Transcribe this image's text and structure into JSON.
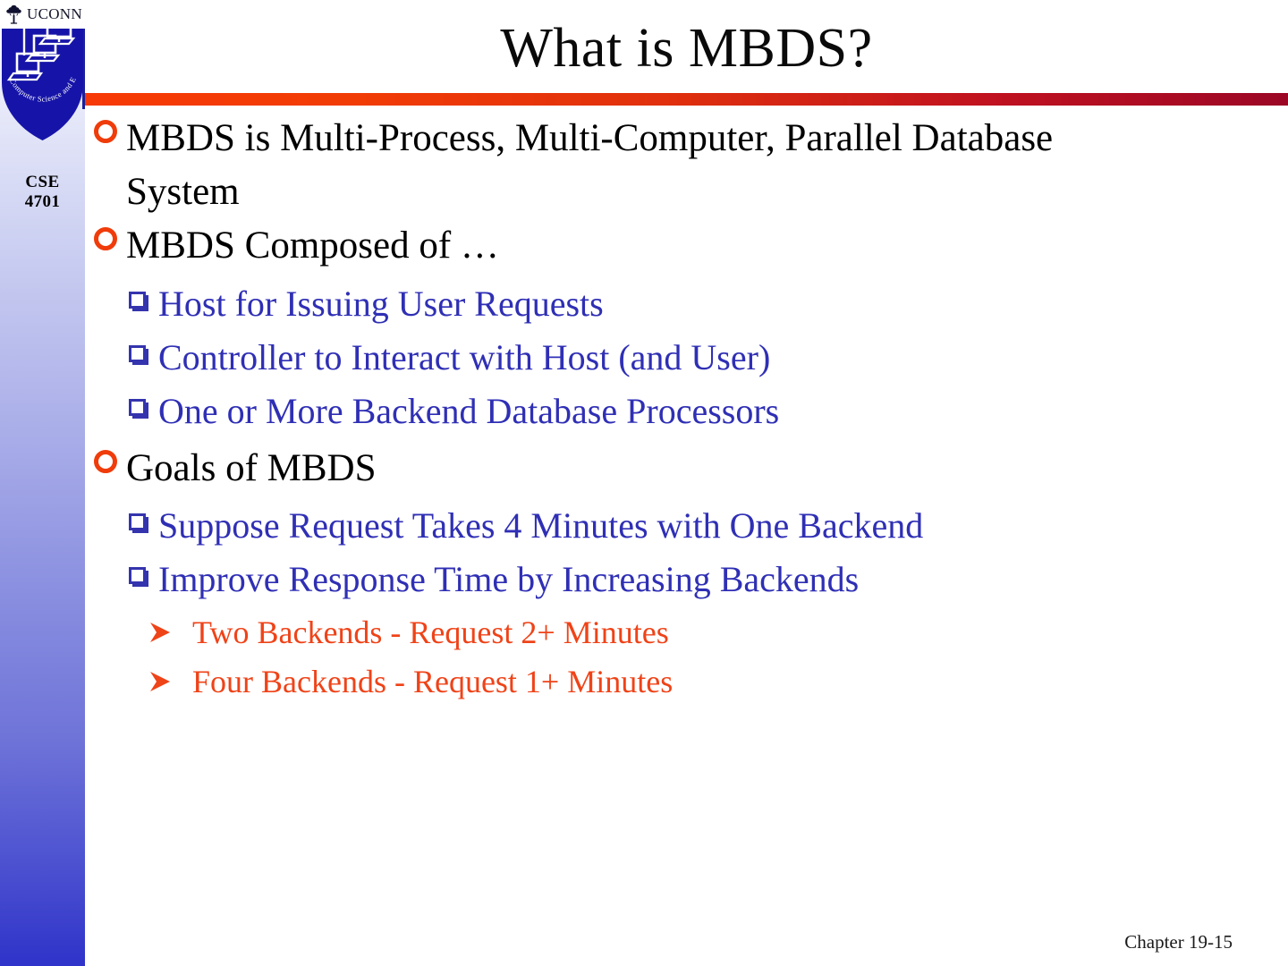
{
  "slide": {
    "title": "What is MBDS?",
    "footer": "Chapter 19-15",
    "accent_rule_left": "#f63906",
    "accent_rule_right": "#9b0725"
  },
  "sidebar": {
    "university": "UCONN",
    "shield_motto": "Computer Science and Engineering",
    "course_code": "CSE",
    "course_number": "4701",
    "gradient_top": "#fdfdff",
    "gradient_bottom": "#2f33c9"
  },
  "content": {
    "bullets": [
      {
        "level": 1,
        "marker": "open-circle",
        "color": "#000000",
        "text": "MBDS is Multi-Process, Multi-Computer, Parallel Database System"
      },
      {
        "level": 1,
        "marker": "open-circle",
        "color": "#000000",
        "text": "MBDS Composed of …"
      },
      {
        "level": 2,
        "marker": "open-square",
        "color": "#2f2fb5",
        "text": "Host for Issuing User Requests"
      },
      {
        "level": 2,
        "marker": "open-square",
        "color": "#2f2fb5",
        "text": "Controller to Interact with Host (and User)"
      },
      {
        "level": 2,
        "marker": "open-square",
        "color": "#2f2fb5",
        "text": "One or More Backend Database Processors"
      },
      {
        "level": 1,
        "marker": "open-circle",
        "color": "#000000",
        "text": "Goals of MBDS"
      },
      {
        "level": 2,
        "marker": "open-square",
        "color": "#2f2fb5",
        "text": "Suppose Request Takes 4 Minutes with One Backend"
      },
      {
        "level": 2,
        "marker": "open-square",
        "color": "#2f2fb5",
        "text": "Improve Response Time by Increasing Backends"
      },
      {
        "level": 3,
        "marker": "arrow",
        "color": "#ef4318",
        "text": "Two Backends - Request 2+ Minutes"
      },
      {
        "level": 3,
        "marker": "arrow",
        "color": "#ef4318",
        "text": "Four Backends - Request 1+ Minutes"
      }
    ]
  }
}
